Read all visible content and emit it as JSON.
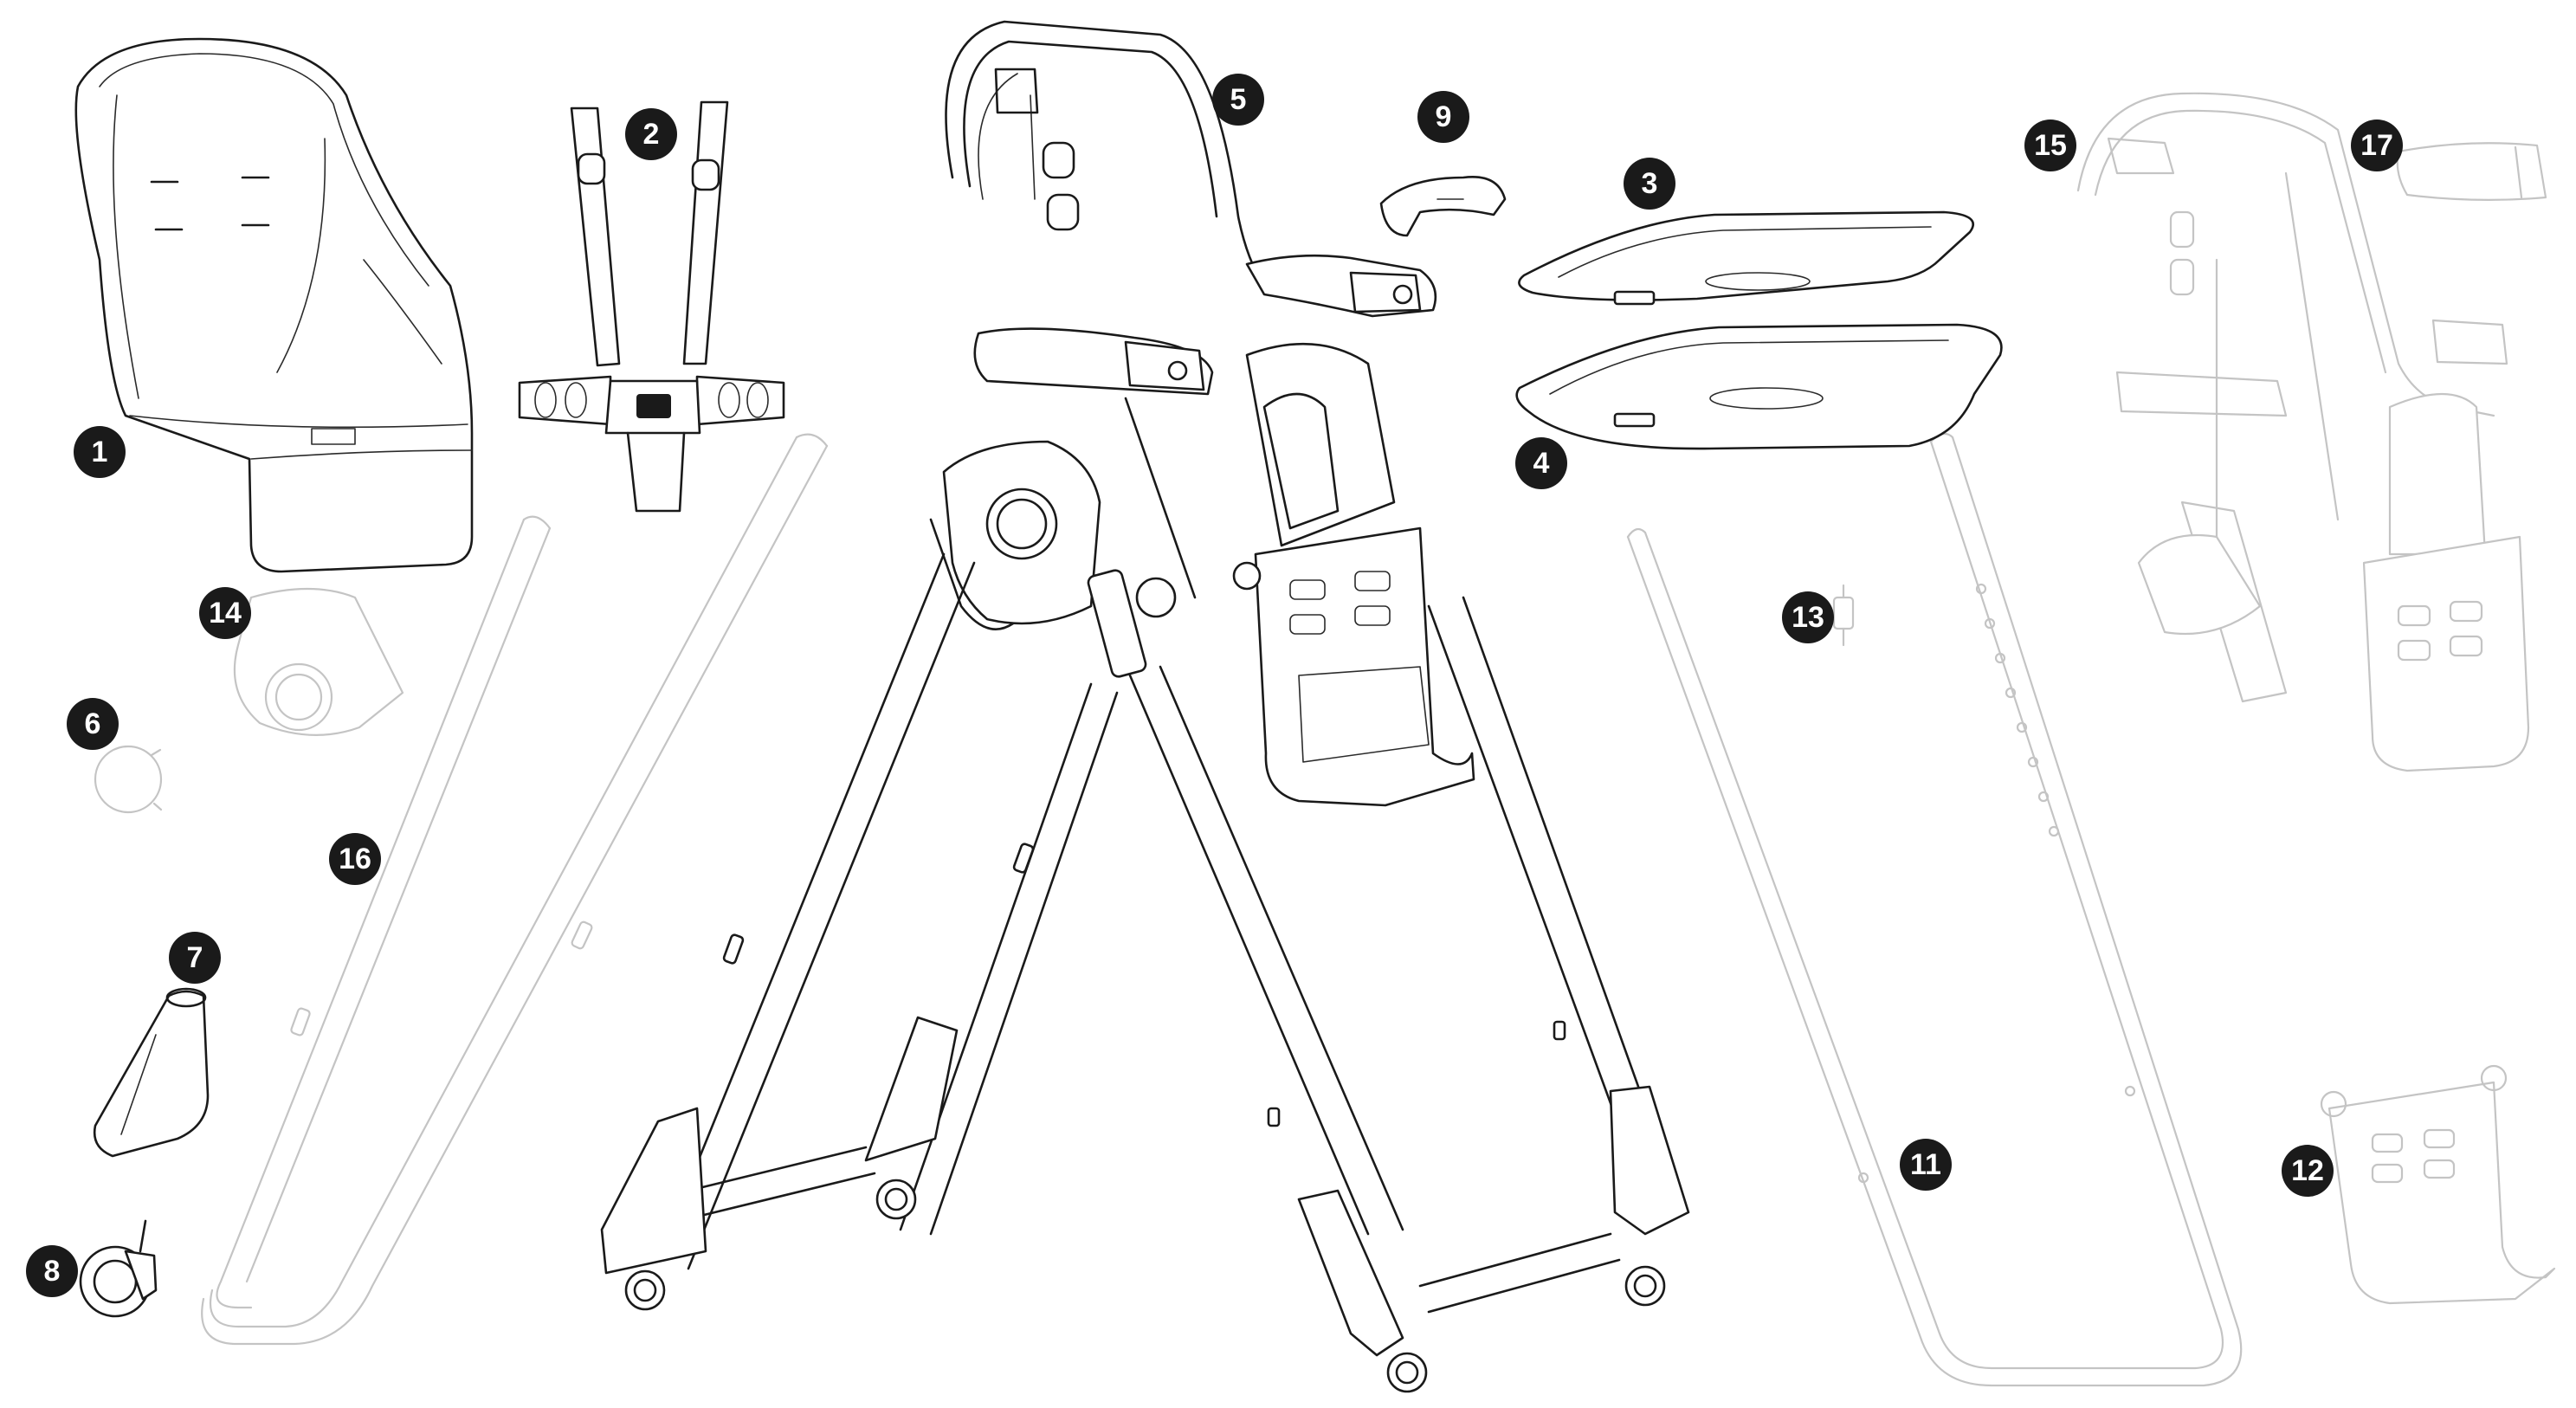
{
  "parts": [
    {
      "id": "part-1",
      "label": "1"
    },
    {
      "id": "part-2",
      "label": "2"
    },
    {
      "id": "part-3",
      "label": "3"
    },
    {
      "id": "part-4",
      "label": "4"
    },
    {
      "id": "part-5",
      "label": "5"
    },
    {
      "id": "part-6",
      "label": "6"
    },
    {
      "id": "part-7",
      "label": "7"
    },
    {
      "id": "part-8",
      "label": "8"
    },
    {
      "id": "part-9",
      "label": "9"
    },
    {
      "id": "part-11",
      "label": "11"
    },
    {
      "id": "part-12",
      "label": "12"
    },
    {
      "id": "part-13",
      "label": "13"
    },
    {
      "id": "part-14",
      "label": "14"
    },
    {
      "id": "part-15",
      "label": "15"
    },
    {
      "id": "part-16",
      "label": "16"
    },
    {
      "id": "part-17",
      "label": "17"
    }
  ],
  "colors": {
    "line": "#1a1a1a",
    "faded_line": "#c4c4c4",
    "badge_fill": "#1a1a1a",
    "badge_text": "#ffffff",
    "background": "#ffffff"
  }
}
